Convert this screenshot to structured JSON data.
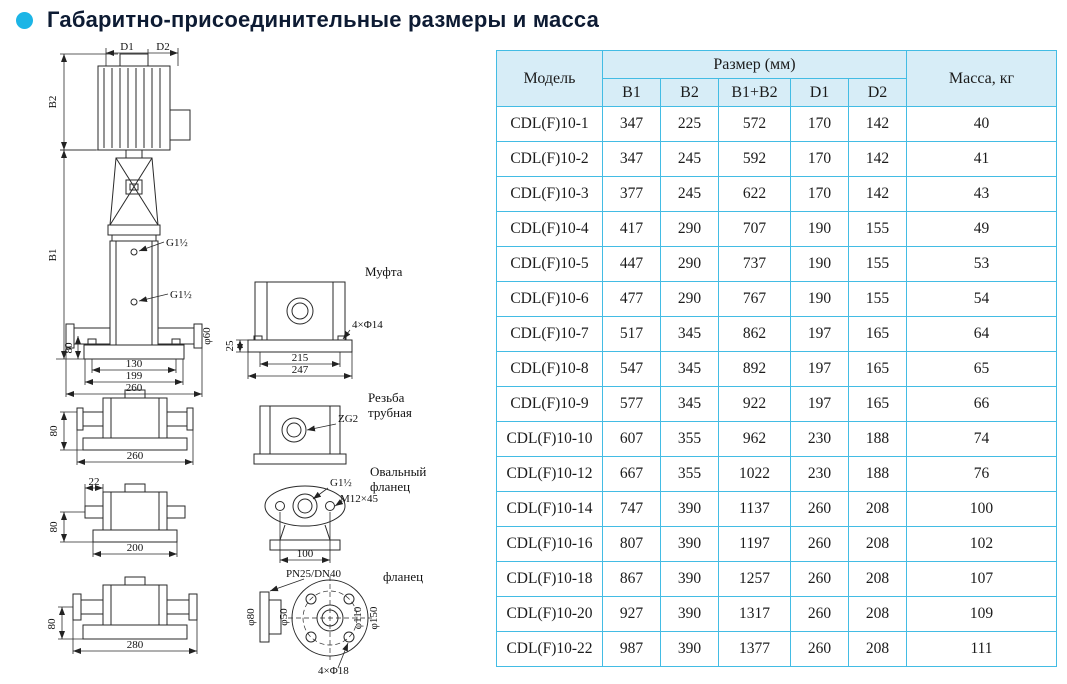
{
  "page": {
    "title": "Габаритно-присоединительные размеры и масса"
  },
  "dwg": {
    "d1": "D1",
    "d2": "D2",
    "b1": "B1",
    "b2": "B2",
    "g12": "G1½",
    "phi60": "φ60",
    "n80": "80",
    "n130": "130",
    "n199": "199",
    "n260": "260",
    "coupling": "Муфта",
    "n25": "25",
    "n215": "215",
    "n247": "247",
    "h14": "4×Φ14",
    "thread1": "Резьба",
    "thread2": "трубная",
    "zg2": "ZG2",
    "n22": "22",
    "n200": "200",
    "oval1": "Овальный",
    "flanec": "фланец",
    "m12": "M12×45",
    "n100": "100",
    "n280": "280",
    "pn": "PN25/DN40",
    "phi80": "φ80",
    "phi50": "φ50",
    "phi110": "φ110",
    "phi150": "φ150",
    "h18": "4×Φ18"
  },
  "table": {
    "header": {
      "model": "Модель",
      "size_group": "Размер (мм)",
      "mass": "Масса, кг",
      "cols": [
        "B1",
        "B2",
        "B1+B2",
        "D1",
        "D2"
      ]
    },
    "rows": [
      [
        "CDL(F)10-1",
        "347",
        "225",
        "572",
        "170",
        "142",
        "40"
      ],
      [
        "CDL(F)10-2",
        "347",
        "245",
        "592",
        "170",
        "142",
        "41"
      ],
      [
        "CDL(F)10-3",
        "377",
        "245",
        "622",
        "170",
        "142",
        "43"
      ],
      [
        "CDL(F)10-4",
        "417",
        "290",
        "707",
        "190",
        "155",
        "49"
      ],
      [
        "CDL(F)10-5",
        "447",
        "290",
        "737",
        "190",
        "155",
        "53"
      ],
      [
        "CDL(F)10-6",
        "477",
        "290",
        "767",
        "190",
        "155",
        "54"
      ],
      [
        "CDL(F)10-7",
        "517",
        "345",
        "862",
        "197",
        "165",
        "64"
      ],
      [
        "CDL(F)10-8",
        "547",
        "345",
        "892",
        "197",
        "165",
        "65"
      ],
      [
        "CDL(F)10-9",
        "577",
        "345",
        "922",
        "197",
        "165",
        "66"
      ],
      [
        "CDL(F)10-10",
        "607",
        "355",
        "962",
        "230",
        "188",
        "74"
      ],
      [
        "CDL(F)10-12",
        "667",
        "355",
        "1022",
        "230",
        "188",
        "76"
      ],
      [
        "CDL(F)10-14",
        "747",
        "390",
        "1137",
        "260",
        "208",
        "100"
      ],
      [
        "CDL(F)10-16",
        "807",
        "390",
        "1197",
        "260",
        "208",
        "102"
      ],
      [
        "CDL(F)10-18",
        "867",
        "390",
        "1257",
        "260",
        "208",
        "107"
      ],
      [
        "CDL(F)10-20",
        "927",
        "390",
        "1317",
        "260",
        "208",
        "109"
      ],
      [
        "CDL(F)10-22",
        "987",
        "390",
        "1377",
        "260",
        "208",
        "111"
      ]
    ]
  }
}
